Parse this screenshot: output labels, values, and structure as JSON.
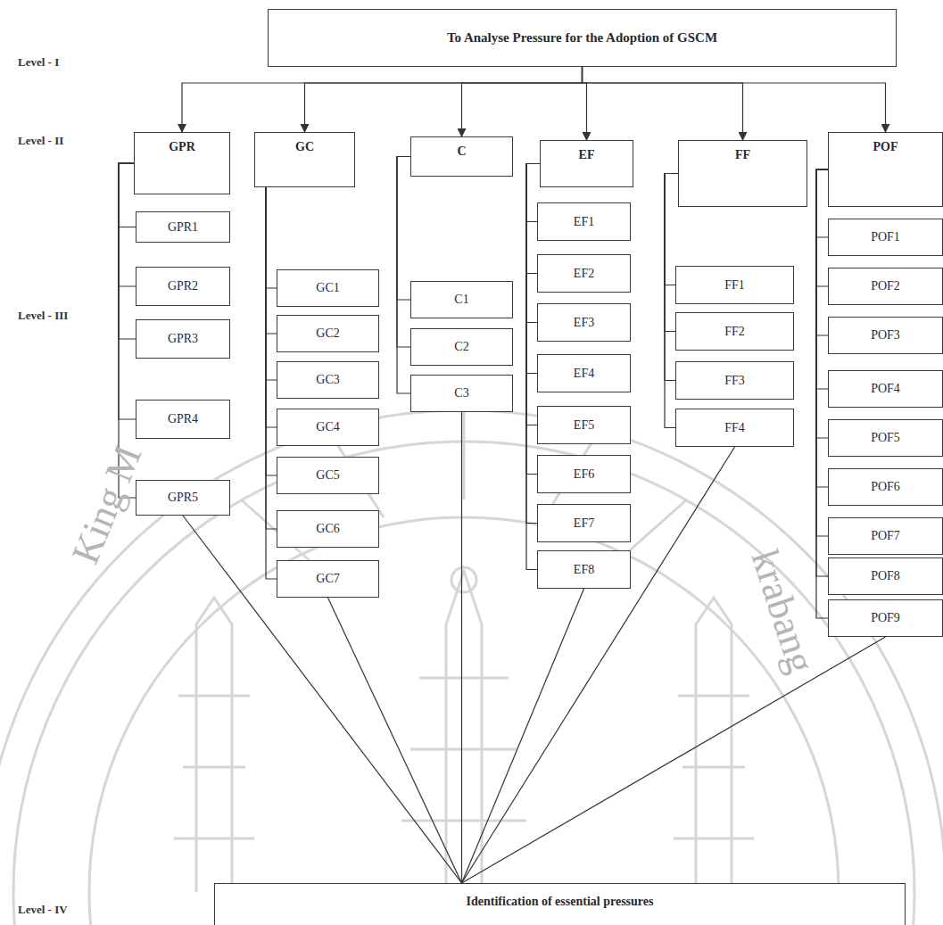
{
  "diagram": {
    "nodes": [
      {
        "text": [
          "To Analyse Pressure for the Adoption of GSCM"
        ]
      },
      {
        "text": [
          "GPR"
        ]
      },
      {
        "text": [
          "GC"
        ]
      },
      {
        "text": [
          "C"
        ]
      },
      {
        "text": [
          "EF"
        ]
      },
      {
        "text": [
          "FF"
        ]
      },
      {
        "text": [
          "POF"
        ]
      },
      {
        "text": [
          "GPR1"
        ]
      },
      {
        "text": [
          "GPR2"
        ]
      },
      {
        "text": [
          "GPR3"
        ]
      },
      {
        "text": [
          "GPR4"
        ]
      },
      {
        "text": [
          "GPR5"
        ]
      },
      {
        "text": [
          "GC1"
        ]
      },
      {
        "text": [
          "GC2"
        ]
      },
      {
        "text": [
          "GC3"
        ]
      },
      {
        "text": [
          "GC4"
        ]
      },
      {
        "text": [
          "GC5"
        ]
      },
      {
        "text": [
          "GC6"
        ]
      },
      {
        "text": [
          "GC7"
        ]
      },
      {
        "text": [
          "C1"
        ]
      },
      {
        "text": [
          "C2"
        ]
      },
      {
        "text": [
          "C3"
        ]
      },
      {
        "text": [
          "EF1"
        ]
      },
      {
        "text": [
          "EF2"
        ]
      },
      {
        "text": [
          "EF3"
        ]
      },
      {
        "text": [
          "EF4"
        ]
      },
      {
        "text": [
          "EF5"
        ]
      },
      {
        "text": [
          "EF6"
        ]
      },
      {
        "text": [
          "EF7"
        ]
      },
      {
        "text": [
          "EF8"
        ]
      },
      {
        "text": [
          "FF1"
        ]
      },
      {
        "text": [
          "FF2"
        ]
      },
      {
        "text": [
          "FF3"
        ]
      },
      {
        "text": [
          "FF4"
        ]
      },
      {
        "text": [
          "POF1"
        ]
      },
      {
        "text": [
          "POF2"
        ]
      },
      {
        "text": [
          "POF3"
        ]
      },
      {
        "text": [
          "POF4"
        ]
      },
      {
        "text": [
          "POF5"
        ]
      },
      {
        "text": [
          "POF6"
        ]
      },
      {
        "text": [
          "POF7"
        ]
      },
      {
        "text": [
          "POF8"
        ]
      },
      {
        "text": [
          "POF9"
        ]
      },
      {
        "text": [
          "Identification of essential pressures"
        ]
      }
    ],
    "edges": [
      {
        "from": 0,
        "to": 1,
        "arrow": "to"
      },
      {
        "from": 0,
        "to": 2,
        "arrow": "to"
      },
      {
        "from": 0,
        "to": 3,
        "arrow": "to"
      },
      {
        "from": 0,
        "to": 4,
        "arrow": "to"
      },
      {
        "from": 0,
        "to": 5,
        "arrow": "to"
      },
      {
        "from": 0,
        "to": 6,
        "arrow": "to"
      },
      {
        "from": 1,
        "to": 7,
        "arrow": "none"
      },
      {
        "from": 1,
        "to": 8,
        "arrow": "none"
      },
      {
        "from": 1,
        "to": 9,
        "arrow": "none"
      },
      {
        "from": 1,
        "to": 10,
        "arrow": "none"
      },
      {
        "from": 1,
        "to": 11,
        "arrow": "none"
      },
      {
        "from": 2,
        "to": 12,
        "arrow": "none"
      },
      {
        "from": 2,
        "to": 13,
        "arrow": "none"
      },
      {
        "from": 2,
        "to": 14,
        "arrow": "none"
      },
      {
        "from": 2,
        "to": 15,
        "arrow": "none"
      },
      {
        "from": 2,
        "to": 16,
        "arrow": "none"
      },
      {
        "from": 2,
        "to": 17,
        "arrow": "none"
      },
      {
        "from": 2,
        "to": 18,
        "arrow": "none"
      },
      {
        "from": 3,
        "to": 19,
        "arrow": "none"
      },
      {
        "from": 3,
        "to": 20,
        "arrow": "none"
      },
      {
        "from": 3,
        "to": 21,
        "arrow": "none"
      },
      {
        "from": 4,
        "to": 22,
        "arrow": "none"
      },
      {
        "from": 4,
        "to": 23,
        "arrow": "none"
      },
      {
        "from": 4,
        "to": 24,
        "arrow": "none"
      },
      {
        "from": 4,
        "to": 25,
        "arrow": "none"
      },
      {
        "from": 4,
        "to": 26,
        "arrow": "none"
      },
      {
        "from": 4,
        "to": 27,
        "arrow": "none"
      },
      {
        "from": 4,
        "to": 28,
        "arrow": "none"
      },
      {
        "from": 4,
        "to": 29,
        "arrow": "none"
      },
      {
        "from": 5,
        "to": 30,
        "arrow": "none"
      },
      {
        "from": 5,
        "to": 31,
        "arrow": "none"
      },
      {
        "from": 5,
        "to": 32,
        "arrow": "none"
      },
      {
        "from": 5,
        "to": 33,
        "arrow": "none"
      },
      {
        "from": 6,
        "to": 34,
        "arrow": "none"
      },
      {
        "from": 6,
        "to": 35,
        "arrow": "none"
      },
      {
        "from": 6,
        "to": 36,
        "arrow": "none"
      },
      {
        "from": 6,
        "to": 37,
        "arrow": "none"
      },
      {
        "from": 6,
        "to": 38,
        "arrow": "none"
      },
      {
        "from": 6,
        "to": 39,
        "arrow": "none"
      },
      {
        "from": 6,
        "to": 40,
        "arrow": "none"
      },
      {
        "from": 6,
        "to": 41,
        "arrow": "none"
      },
      {
        "from": 6,
        "to": 42,
        "arrow": "none"
      },
      {
        "from": 11,
        "to": 43,
        "arrow": "none"
      },
      {
        "from": 18,
        "to": 43,
        "arrow": "none"
      },
      {
        "from": 21,
        "to": 43,
        "arrow": "none"
      },
      {
        "from": 29,
        "to": 43,
        "arrow": "none"
      },
      {
        "from": 33,
        "to": 43,
        "arrow": "none"
      },
      {
        "from": 42,
        "to": 43,
        "arrow": "none"
      }
    ],
    "labels": [
      "Level - I",
      "Level - II",
      "Level - III",
      "Level - IV",
      "King M",
      "krabang"
    ]
  }
}
